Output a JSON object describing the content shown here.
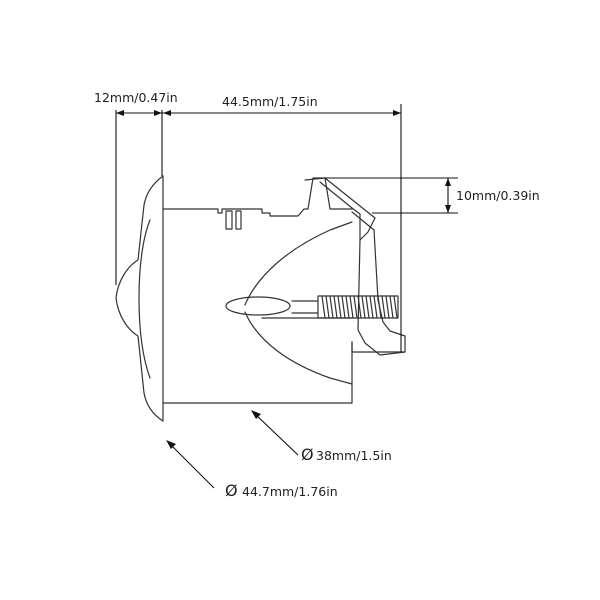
{
  "dimensions": {
    "flange_thickness": "12mm/0.47in",
    "body_length": "44.5mm/1.75in",
    "tab_height": "10mm/0.39in",
    "body_diameter": "38mm/1.5in",
    "flange_diameter": "44.7mm/1.76in"
  },
  "symbols": {
    "diameter": "Ø"
  },
  "colors": {
    "line": "#333333",
    "text": "#222222",
    "background": "#ffffff"
  }
}
